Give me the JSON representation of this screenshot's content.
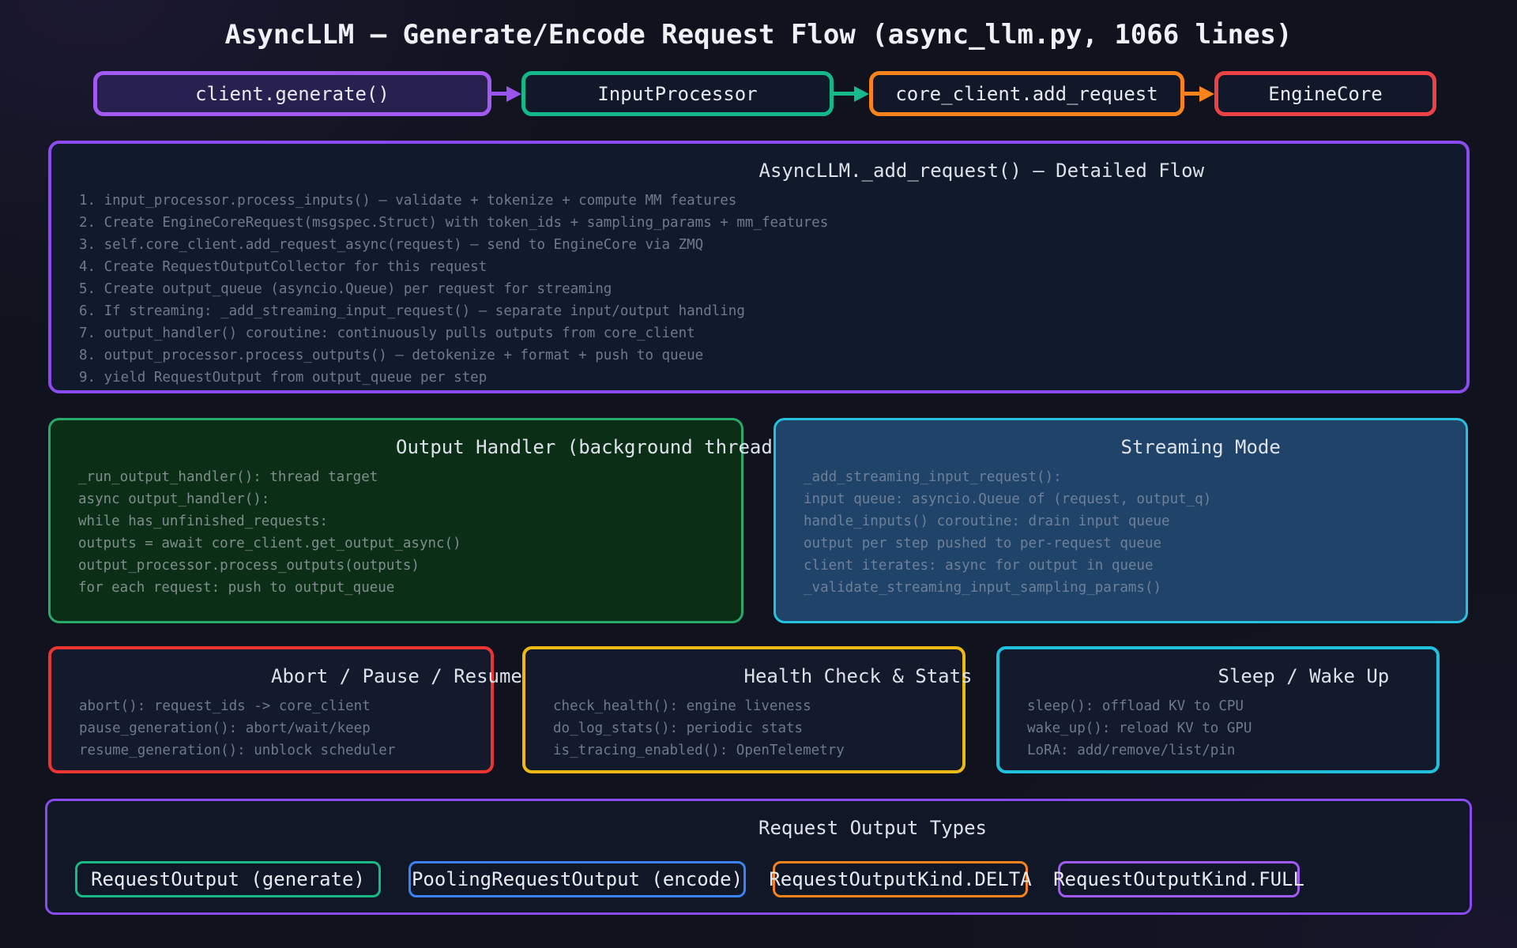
{
  "page": {
    "title": "AsyncLLM — Generate/Encode Request Flow (async_llm.py, 1066 lines)"
  },
  "colors": {
    "background": "#10131d",
    "purple": "#a35af3",
    "violet": "#8a4bf0",
    "green": "#14b789",
    "emerald_panel": "#2aa96a",
    "orange": "#f8821b",
    "red": "#ed4245",
    "bright_red": "#ec3432",
    "gold": "#ecba12",
    "cyan": "#1fc0dc",
    "blue": "#3b82f6",
    "panel_fill_navy": "#111a2b",
    "panel_fill_green": "#0b2e16",
    "panel_fill_blue": "#1f4369",
    "node_fill_purple": "#28204f"
  },
  "flow": {
    "node1": {
      "label": "client.generate()"
    },
    "node2": {
      "label": "InputProcessor"
    },
    "node3": {
      "label": "core_client.add_request"
    },
    "node4": {
      "label": "EngineCore"
    },
    "arrow1_color": "#9a55ee",
    "arrow2_color": "#17b889",
    "arrow3_color": "#f8821b"
  },
  "detail": {
    "title": "AsyncLLM._add_request() — Detailed Flow",
    "lines": [
      "1. input_processor.process_inputs() — validate + tokenize + compute MM features",
      "2. Create EngineCoreRequest(msgspec.Struct) with token_ids + sampling_params + mm_features",
      "3. self.core_client.add_request_async(request) — send to EngineCore via ZMQ",
      "4. Create RequestOutputCollector for this request",
      "5. Create output_queue (asyncio.Queue) per request for streaming",
      "6. If streaming: _add_streaming_input_request() — separate input/output handling",
      "7. output_handler() coroutine: continuously pulls outputs from core_client",
      "8. output_processor.process_outputs() — detokenize + format + push to queue",
      "9. yield RequestOutput from output_queue per step"
    ]
  },
  "output_handler": {
    "title": "Output Handler (background thread)",
    "lines": [
      "_run_output_handler(): thread target",
      "async output_handler():",
      "while has_unfinished_requests:",
      "outputs = await core_client.get_output_async()",
      "output_processor.process_outputs(outputs)",
      "for each request: push to output_queue"
    ]
  },
  "streaming": {
    "title": "Streaming Mode",
    "lines": [
      "_add_streaming_input_request():",
      "input queue: asyncio.Queue of (request, output_q)",
      "handle_inputs() coroutine: drain input queue",
      "output per step pushed to per-request queue",
      "client iterates: async for output in queue",
      "_validate_streaming_input_sampling_params()"
    ]
  },
  "abort": {
    "title": "Abort / Pause / Resume",
    "lines": [
      "abort(): request_ids -> core_client",
      "pause_generation(): abort/wait/keep",
      "resume_generation(): unblock scheduler"
    ]
  },
  "health": {
    "title": "Health Check & Stats",
    "lines": [
      "check_health(): engine liveness",
      "do_log_stats(): periodic stats",
      "is_tracing_enabled(): OpenTelemetry"
    ]
  },
  "sleep": {
    "title": "Sleep / Wake Up",
    "lines": [
      "sleep(): offload KV to CPU",
      "wake_up(): reload KV to GPU",
      "LoRA: add/remove/list/pin"
    ]
  },
  "output_types": {
    "title": "Request Output Types",
    "item1": {
      "label": "RequestOutput (generate)"
    },
    "item2": {
      "label": "PoolingRequestOutput (encode)"
    },
    "item3": {
      "label": "RequestOutputKind.DELTA"
    },
    "item4": {
      "label": "RequestOutputKind.FULL"
    }
  }
}
